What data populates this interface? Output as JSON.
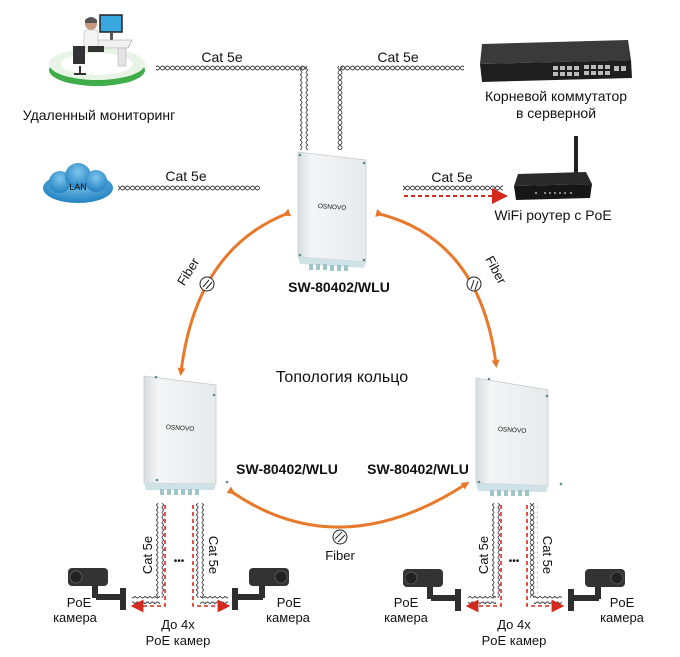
{
  "nodes": {
    "remote_monitoring": {
      "label": "Удаленный мониторинг"
    },
    "core_switch": {
      "label_line1": "Корневой коммутатор",
      "label_line2": "в серверной"
    },
    "lan": {
      "label": "LAN"
    },
    "wifi_router": {
      "label": "WiFi роутер с PoE"
    },
    "switch_top": {
      "model": "SW-80402/WLU",
      "brand": "OSNOVO"
    },
    "switch_left": {
      "model": "SW-80402/WLU",
      "brand": "OSNOVO"
    },
    "switch_right": {
      "model": "SW-80402/WLU",
      "brand": "OSNOVO"
    }
  },
  "links": {
    "cat5e_label": "Cat 5e",
    "fiber_label": "Fiber"
  },
  "topology_title": "Топология кольцо",
  "cameras": {
    "camera_label_line1": "PoE",
    "camera_label_line2": "камера",
    "group_label_line1": "До 4х",
    "group_label_line2": "PoE камер",
    "ellipsis": "•••"
  },
  "colors": {
    "fiber": "#e8782a",
    "poe_dash": "#d42a1e",
    "cloud": "#3d9fd6",
    "platform_green": "#3fae49",
    "device_dark": "#1e1e1e"
  }
}
